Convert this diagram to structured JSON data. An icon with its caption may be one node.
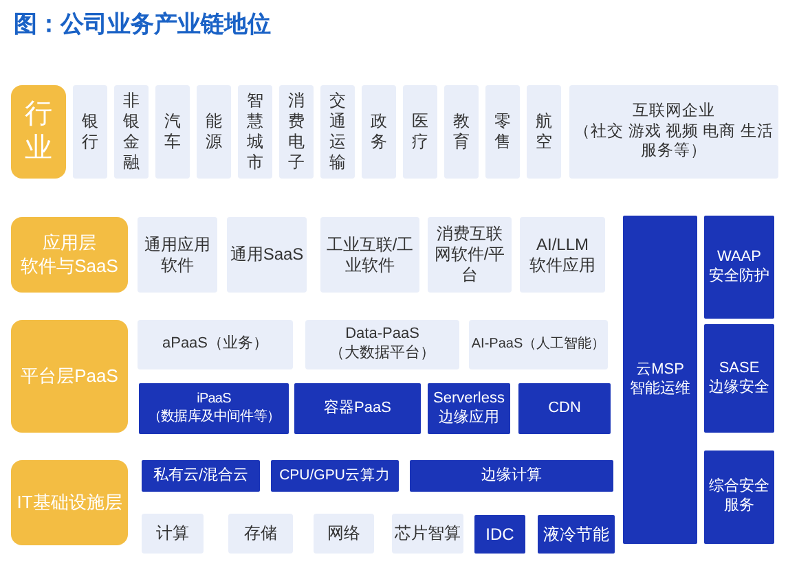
{
  "diagram": {
    "title": "图：公司业务产业链地位",
    "nodes": [
      {
        "text": [
          "行业"
        ]
      },
      {
        "text": [
          "银行"
        ]
      },
      {
        "text": [
          "非银金融"
        ]
      },
      {
        "text": [
          "汽车"
        ]
      },
      {
        "text": [
          "能源"
        ]
      },
      {
        "text": [
          "智慧城市"
        ]
      },
      {
        "text": [
          "消费电子"
        ]
      },
      {
        "text": [
          "交通运输"
        ]
      },
      {
        "text": [
          "政务"
        ]
      },
      {
        "text": [
          "医疗"
        ]
      },
      {
        "text": [
          "教育"
        ]
      },
      {
        "text": [
          "零售"
        ]
      },
      {
        "text": [
          "航空"
        ]
      },
      {
        "text": [
          "互联网企业",
          "（社交 游戏 视频 电商 生活服务等）"
        ]
      },
      {
        "text": [
          "应用层",
          "软件与SaaS"
        ]
      },
      {
        "text": [
          "通用应用软件"
        ]
      },
      {
        "text": [
          "通用SaaS"
        ]
      },
      {
        "text": [
          "工业互联/工业软件"
        ]
      },
      {
        "text": [
          "消费互联网软件/平台"
        ]
      },
      {
        "text": [
          "AI/LLM",
          "软件应用"
        ]
      },
      {
        "text": [
          "云MSP",
          "智能运维"
        ]
      },
      {
        "text": [
          "WAAP",
          "安全防护"
        ]
      },
      {
        "text": [
          "平台层PaaS"
        ]
      },
      {
        "text": [
          "aPaaS（业务）"
        ]
      },
      {
        "text": [
          "Data-PaaS",
          "（大数据平台）"
        ]
      },
      {
        "text": [
          "AI-PaaS（人工智能）"
        ]
      },
      {
        "text": [
          "SASE",
          "边缘安全"
        ]
      },
      {
        "text": [
          "iPaaS",
          "（数据库及中间件等）"
        ]
      },
      {
        "text": [
          "容器PaaS"
        ]
      },
      {
        "text": [
          "Serverless",
          "边缘应用"
        ]
      },
      {
        "text": [
          "CDN"
        ]
      },
      {
        "text": [
          "IT基础设施层"
        ]
      },
      {
        "text": [
          "私有云/混合云"
        ]
      },
      {
        "text": [
          "CPU/GPU云算力"
        ]
      },
      {
        "text": [
          "边缘计算"
        ]
      },
      {
        "text": [
          "综合安全服务"
        ]
      },
      {
        "text": [
          "计算"
        ]
      },
      {
        "text": [
          "存储"
        ]
      },
      {
        "text": [
          "网络"
        ]
      },
      {
        "text": [
          "芯片智算"
        ]
      },
      {
        "text": [
          "IDC"
        ]
      },
      {
        "text": [
          "液冷节能"
        ]
      }
    ]
  }
}
